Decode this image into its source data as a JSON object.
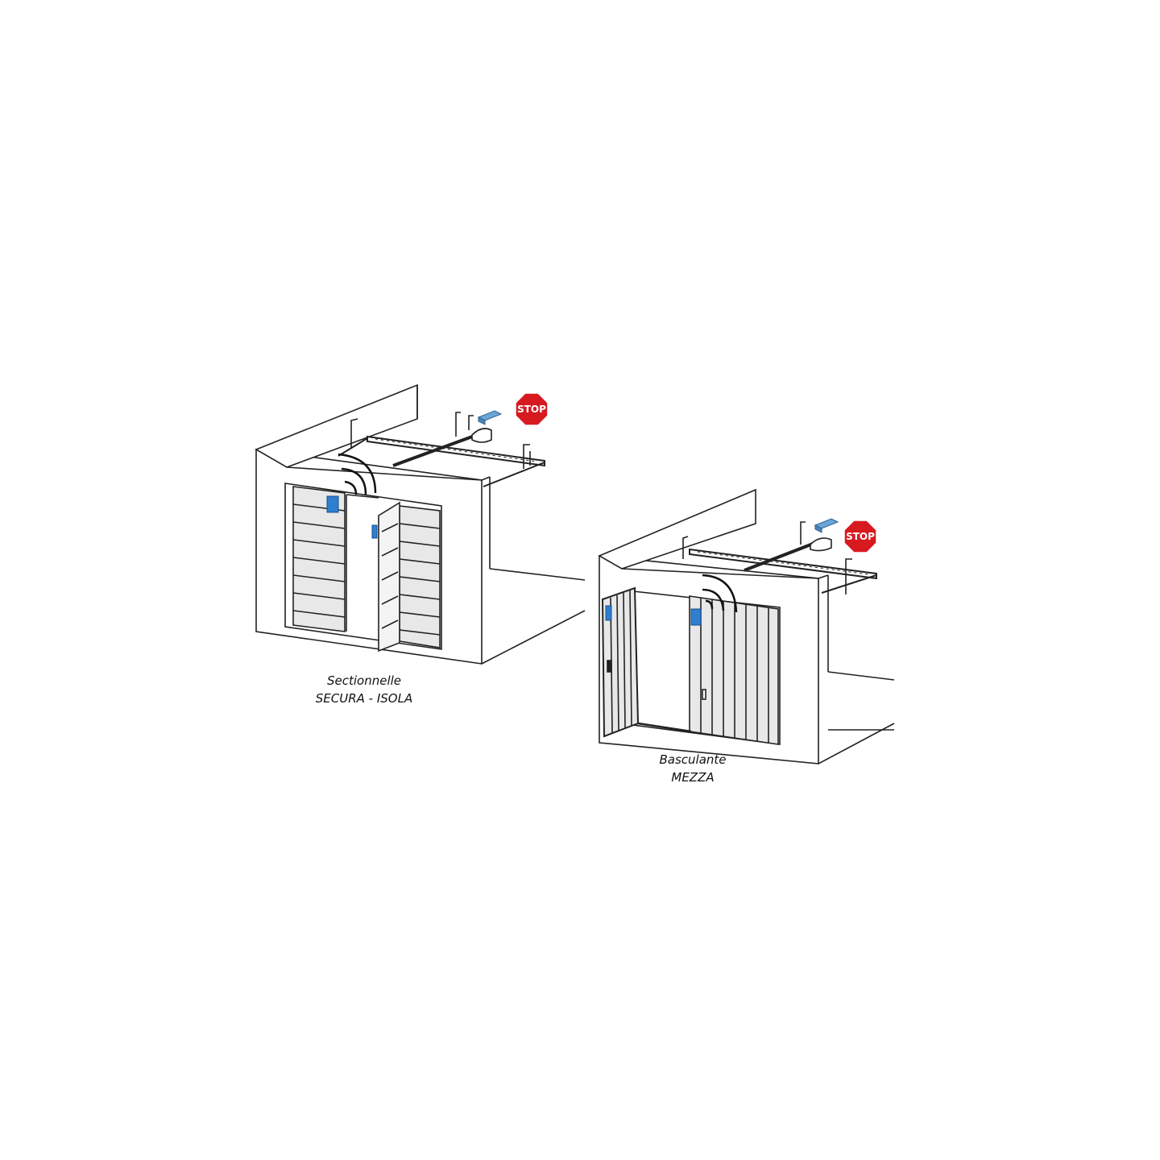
{
  "diagrams": [
    {
      "caption": {
        "line1": "Sectionnelle",
        "line2": "SECURA - ISOLA"
      },
      "stop_sign": {
        "text": "STOP",
        "color": "#d71920"
      },
      "sensor_color": "#2f7fd0",
      "remote_color": "#6aa6d8",
      "icons": [
        "stop-sign-icon",
        "wireless-signal-icon",
        "sensor-icon",
        "remote-control-icon"
      ]
    },
    {
      "caption": {
        "line1": "Basculante",
        "line2": "MEZZA"
      },
      "stop_sign": {
        "text": "STOP",
        "color": "#d71920"
      },
      "sensor_color": "#2f7fd0",
      "remote_color": "#6aa6d8",
      "icons": [
        "stop-sign-icon",
        "wireless-signal-icon",
        "sensor-icon",
        "remote-control-icon"
      ]
    }
  ]
}
